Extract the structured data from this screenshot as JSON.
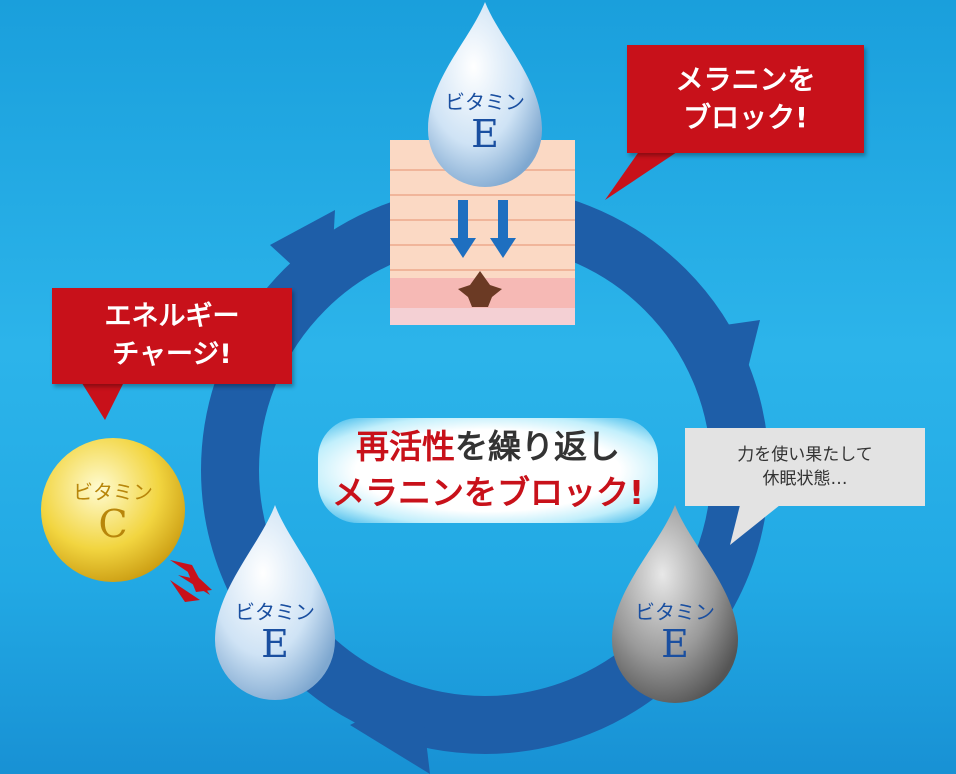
{
  "callouts": {
    "melanin_block": [
      "メラニンを",
      "ブロック!"
    ],
    "energy_charge": [
      "エネルギー",
      "チャージ!"
    ],
    "dormant": [
      "力を使い果たして",
      "休眠状態…"
    ]
  },
  "center_message": {
    "line1_highlight": "再活性",
    "line1_rest": "を繰り返し",
    "line2": "メラニンをブロック!"
  },
  "drops": {
    "top": {
      "kana": "ビタミン",
      "letter": "E"
    },
    "left": {
      "kana": "ビタミン",
      "letter": "E"
    },
    "right": {
      "kana": "ビタミン",
      "letter": "E"
    },
    "vitamin_c": {
      "kana": "ビタミン",
      "letter": "C"
    }
  },
  "colors": {
    "ring": "#1e5ea8",
    "callout_red": "#c8111a",
    "callout_gray": "#e3e3e3",
    "accent_blue": "#1a4fa0"
  }
}
